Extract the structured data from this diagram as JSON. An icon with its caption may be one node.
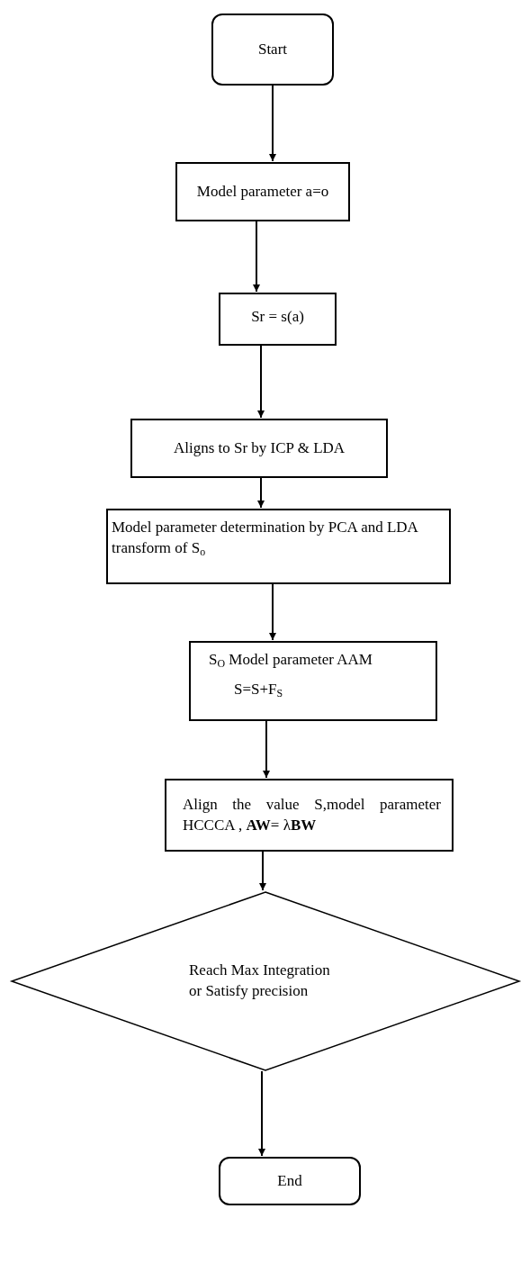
{
  "diagram": {
    "nodes": [
      {
        "text": [
          "Start"
        ]
      },
      {
        "text": [
          "Model parameter a=o"
        ]
      },
      {
        "text": [
          "Sr = s(a)"
        ]
      },
      {
        "text": [
          "Aligns to Sr by ICP & LDA"
        ]
      },
      {
        "text": [
          "Model parameter determination by PCA and LDA transform of S$_{o}$"
        ]
      },
      {
        "text": [
          "S$_{O}$ Model parameter AAM",
          "S=S+F$_{S}$"
        ]
      },
      {
        "text": [
          "Align the value S,model parameter HCCCA , **AW**= λ**BW**"
        ]
      },
      {
        "text": [
          "Reach Max Integration or Satisfy precision"
        ]
      },
      {
        "text": [
          "End"
        ]
      }
    ],
    "edges": [
      {
        "from": 0,
        "to": 1,
        "arrow": "to"
      },
      {
        "from": 1,
        "to": 2,
        "arrow": "to"
      },
      {
        "from": 2,
        "to": 3,
        "arrow": "to"
      },
      {
        "from": 3,
        "to": 4,
        "arrow": "to"
      },
      {
        "from": 4,
        "to": 5,
        "arrow": "to"
      },
      {
        "from": 5,
        "to": 6,
        "arrow": "to"
      },
      {
        "from": 6,
        "to": 7,
        "arrow": "to"
      },
      {
        "from": 7,
        "to": 8,
        "arrow": "to"
      }
    ]
  }
}
